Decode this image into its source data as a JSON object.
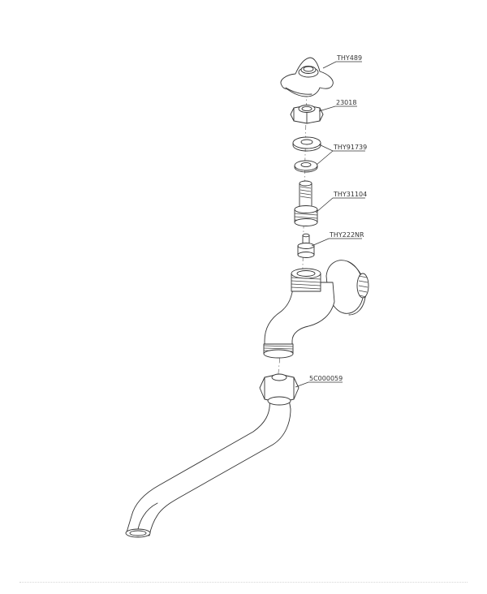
{
  "parts": [
    {
      "id": "handle",
      "code": "THY489"
    },
    {
      "id": "nut",
      "code": "23018"
    },
    {
      "id": "washers",
      "code": "THY91739"
    },
    {
      "id": "spindle",
      "code": "THY31104"
    },
    {
      "id": "seat",
      "code": "THY222NR"
    },
    {
      "id": "spout",
      "code": "5C000059"
    }
  ]
}
